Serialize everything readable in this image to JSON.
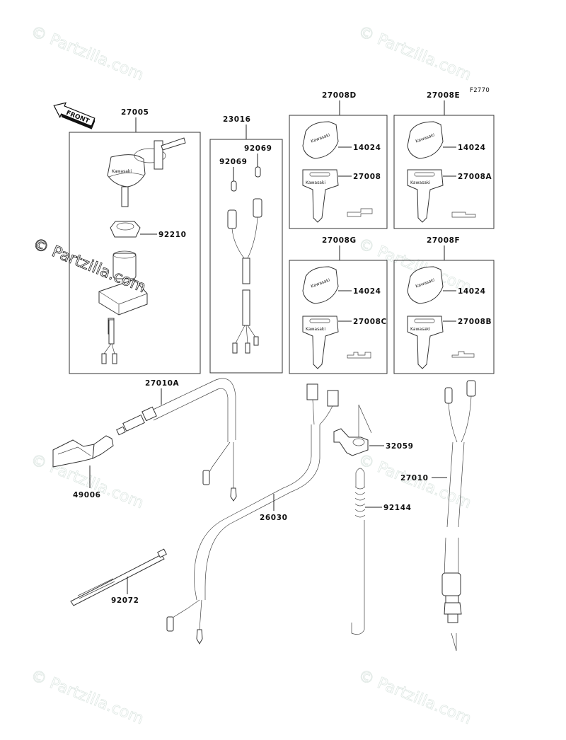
{
  "diagram": {
    "figure_code": "F2770",
    "front_label": "FRONT",
    "watermark": "© Partzilla.com",
    "brand_text": "Kawasaki",
    "callouts": {
      "p27005": "27005",
      "p92210": "92210",
      "p23016": "23016",
      "p92069a": "92069",
      "p92069b": "92069",
      "p27008D": "27008D",
      "p14024_d": "14024",
      "p27008": "27008",
      "p27008E": "27008E",
      "p14024_e": "14024",
      "p27008A": "27008A",
      "p27008G": "27008G",
      "p14024_g": "14024",
      "p27008C": "27008C",
      "p27008F": "27008F",
      "p14024_f": "14024",
      "p27008B": "27008B",
      "p27010A": "27010A",
      "p49006": "49006",
      "p26030": "26030",
      "p32059": "32059",
      "p92144": "92144",
      "p27010": "27010",
      "p92072": "92072"
    }
  }
}
